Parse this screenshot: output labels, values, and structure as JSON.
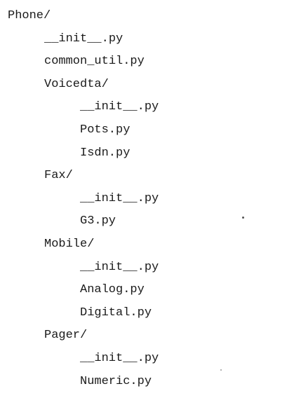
{
  "tree": {
    "items": [
      {
        "label": "Phone/",
        "depth": 0
      },
      {
        "label": "__init__.py",
        "depth": 1
      },
      {
        "label": "common_util.py",
        "depth": 1
      },
      {
        "label": "Voicedta/",
        "depth": 1
      },
      {
        "label": "__init__.py",
        "depth": 2
      },
      {
        "label": "Pots.py",
        "depth": 2
      },
      {
        "label": "Isdn.py",
        "depth": 2
      },
      {
        "label": "Fax/",
        "depth": 1
      },
      {
        "label": "__init__.py",
        "depth": 2
      },
      {
        "label": "G3.py",
        "depth": 2
      },
      {
        "label": "Mobile/",
        "depth": 1
      },
      {
        "label": "__init__.py",
        "depth": 2
      },
      {
        "label": "Analog.py",
        "depth": 2
      },
      {
        "label": "Digital.py",
        "depth": 2
      },
      {
        "label": "Pager/",
        "depth": 1
      },
      {
        "label": "__init__.py",
        "depth": 2
      },
      {
        "label": "Numeric.py",
        "depth": 2
      }
    ]
  },
  "colors": {
    "text": "#1a1a1a",
    "background": "#ffffff"
  }
}
